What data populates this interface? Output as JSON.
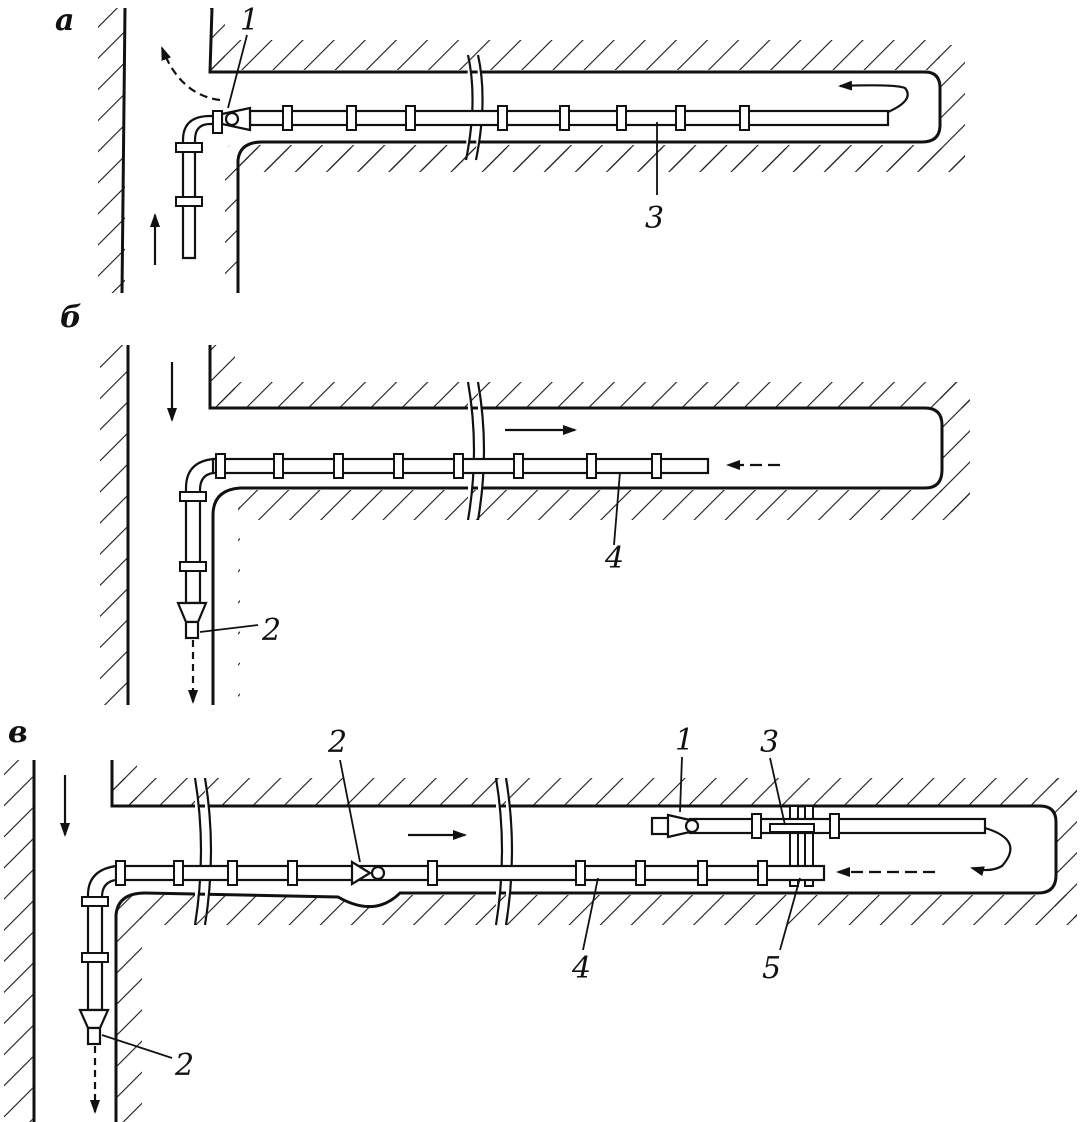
{
  "panels": [
    {
      "id": "a",
      "label": "а"
    },
    {
      "id": "b",
      "label": "б"
    },
    {
      "id": "c",
      "label": "в"
    }
  ],
  "callouts": {
    "a": [
      "1",
      "3"
    ],
    "b": [
      "2",
      "4"
    ],
    "c": [
      "2",
      "1",
      "3",
      "4",
      "5",
      "2"
    ]
  }
}
